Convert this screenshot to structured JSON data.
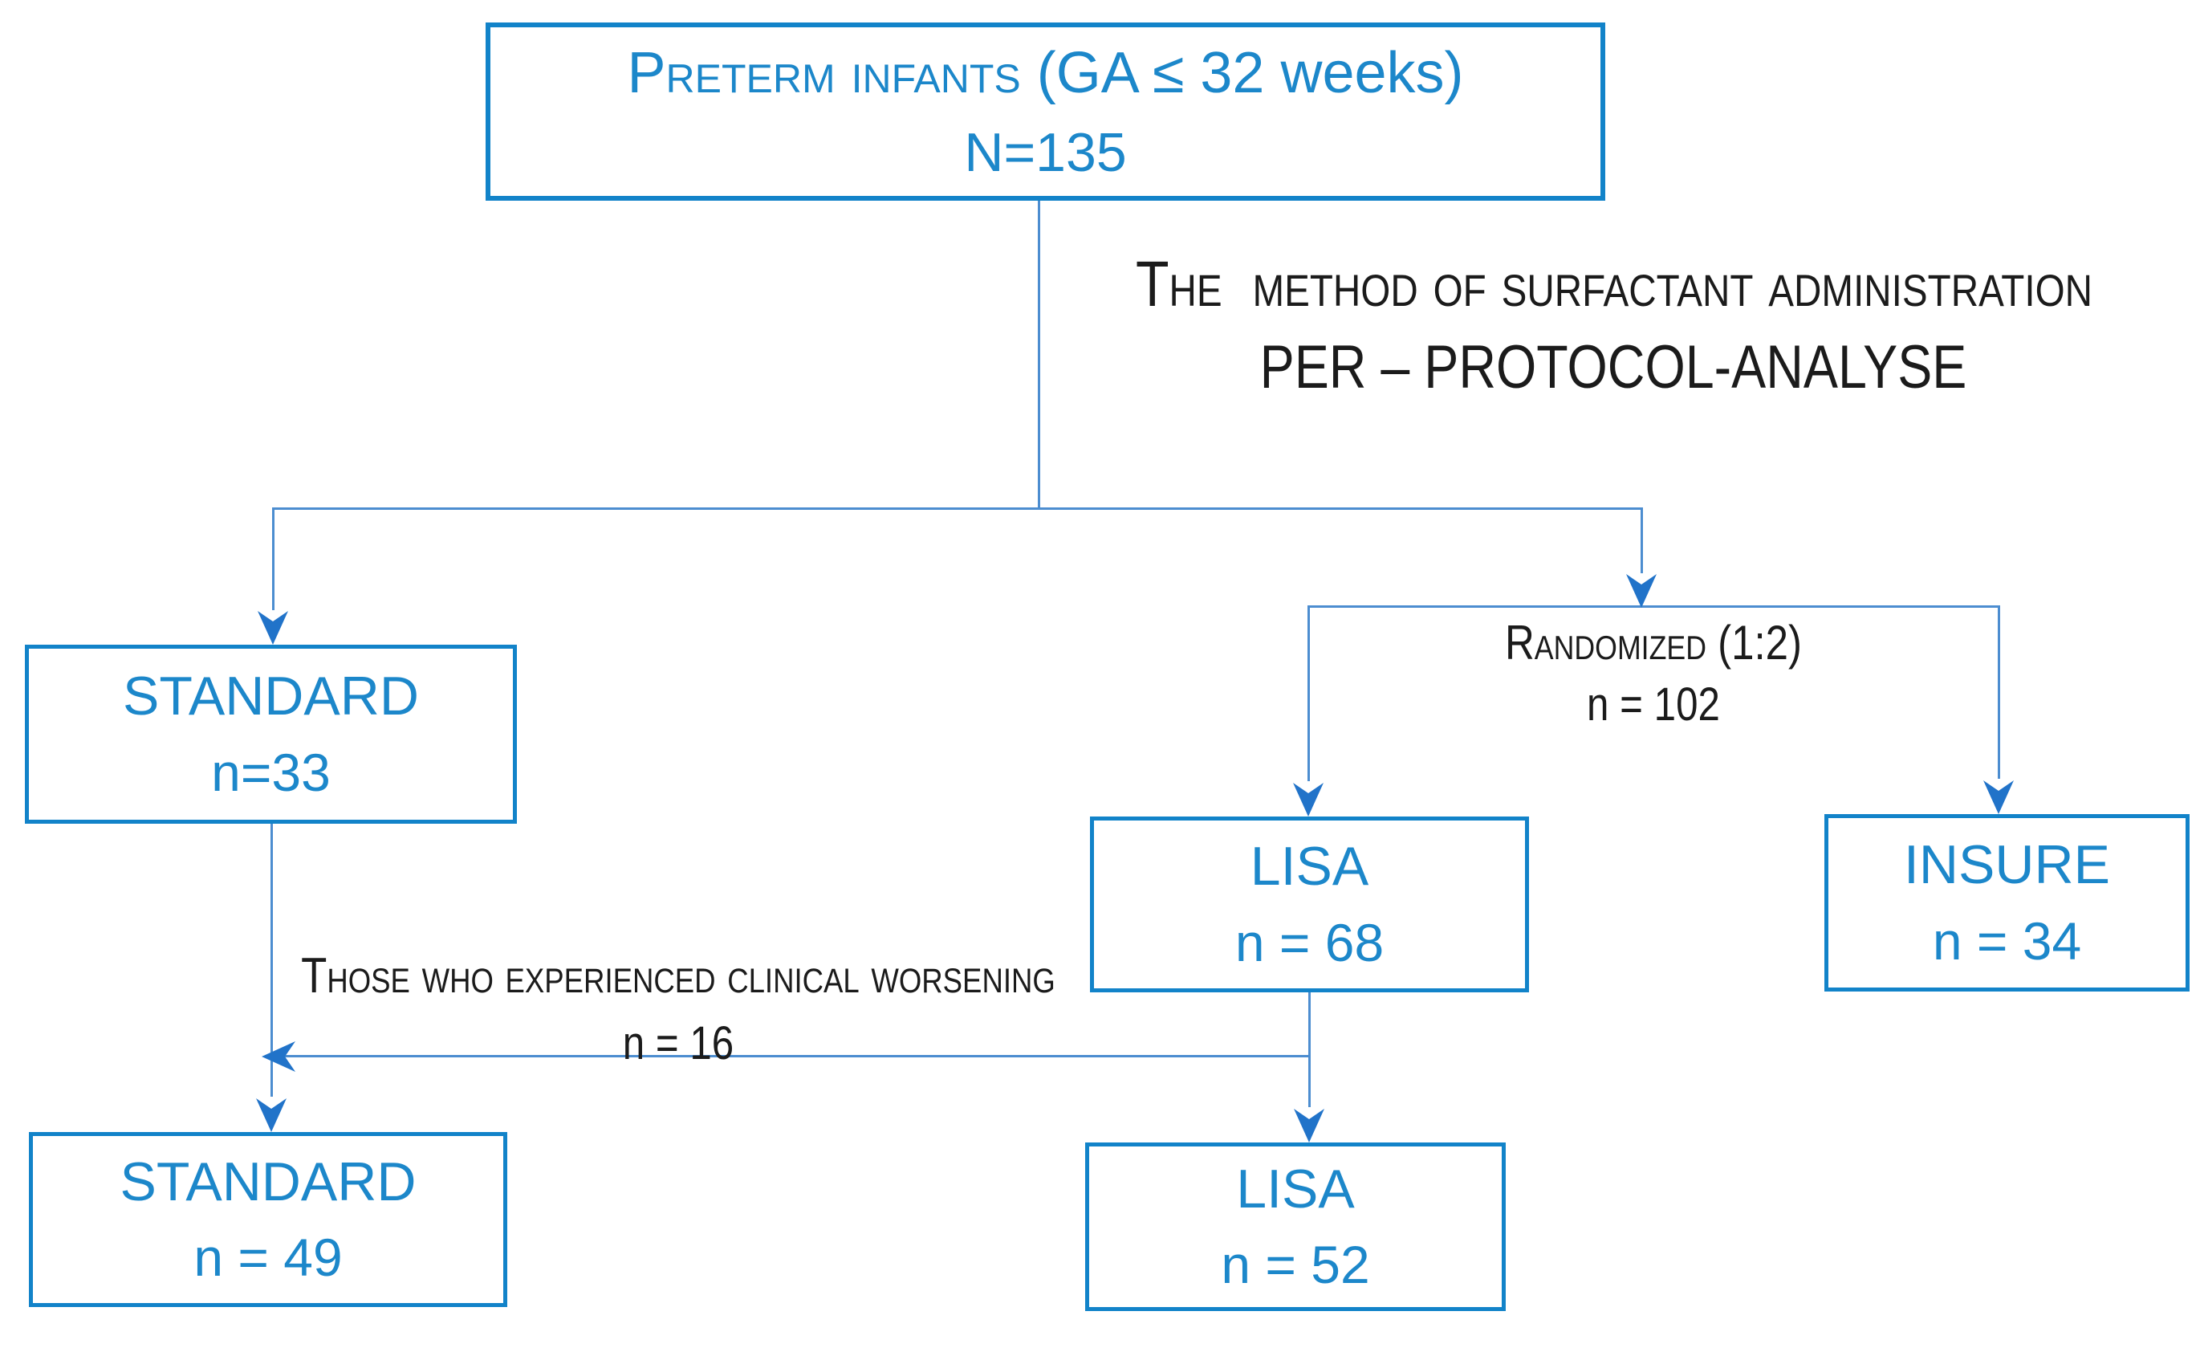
{
  "colors": {
    "box_border": "#1283C9",
    "box_text": "#1C87CA",
    "line_color": "#4C8DD0",
    "arrow_color": "#2173C9",
    "note_text": "#1B1B1B",
    "background": "#FFFFFF"
  },
  "nodes": {
    "preterm": {
      "title_caps": "Preterm infants",
      "title_rest": "(GA ≤ 32 weeks)",
      "count": "N=135"
    },
    "standard_arm": {
      "title": "STANDARD",
      "count": "n=33"
    },
    "lisa_arm": {
      "title": "LISA",
      "count": "n = 68"
    },
    "insure_arm": {
      "title": "INSURE",
      "count": "n = 34"
    },
    "standard_final": {
      "title": "STANDARD",
      "count": "n = 49"
    },
    "lisa_final": {
      "title": "LISA",
      "count": "n = 52"
    }
  },
  "annotations": {
    "method": {
      "line1": "The  method of surfactant administration",
      "line2": "PER – PROTOCOL-ANALYSE"
    },
    "randomized": {
      "line1": "Randomized (1:2)",
      "line2": "n = 102"
    },
    "worsening": {
      "line1": "Those who experienced clinical worsening",
      "line2": "n = 16"
    }
  }
}
